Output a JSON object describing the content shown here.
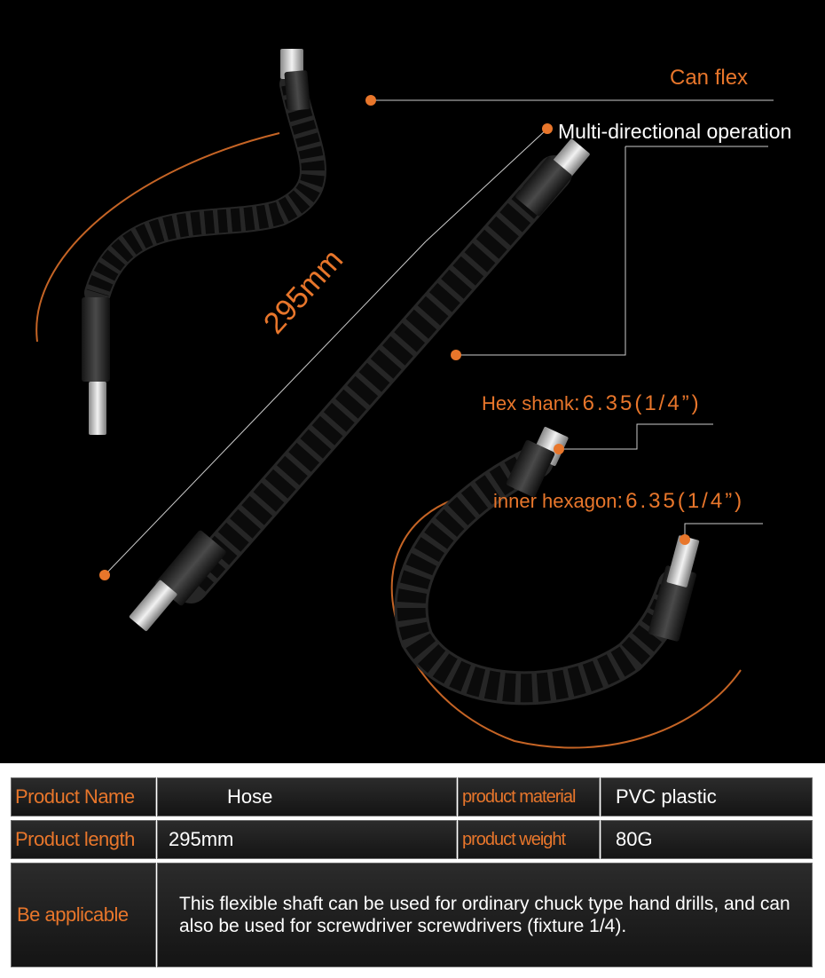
{
  "callouts": {
    "can_flex": "Can flex",
    "multi_directional": "Multi-directional operation",
    "length": "295mm",
    "hex_shank_label": "Hex shank",
    "hex_shank_value": ":6.35(1/4”)",
    "inner_hexagon_label": "inner hexagon",
    "inner_hexagon_value": ":6.35(1/4”)"
  },
  "colors": {
    "accent": "#e8762b",
    "background": "#000000"
  },
  "spec_table": {
    "product_name_label": "Product Name",
    "product_name_value": "Hose",
    "material_label": "product material",
    "material_value": "PVC plastic",
    "length_label": "Product length",
    "length_value": "295mm",
    "weight_label": "product weight",
    "weight_value": "80G",
    "applicable_label": "Be applicable",
    "applicable_value": "This flexible shaft can be used for ordinary chuck type hand drills, and can also be used for screwdriver screwdrivers (fixture 1/4)."
  }
}
